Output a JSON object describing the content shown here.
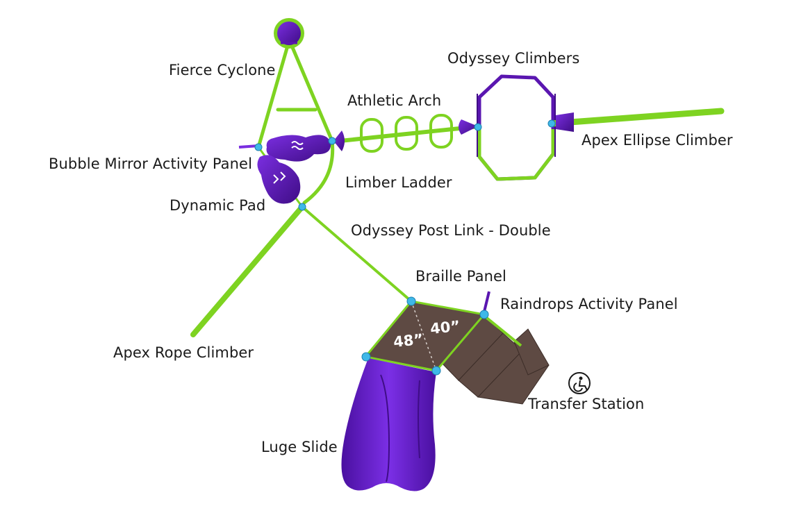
{
  "labels": {
    "fierce_cyclone": "Fierce Cyclone",
    "athletic_arch": "Athletic Arch",
    "odyssey_climbers": "Odyssey Climbers",
    "apex_ellipse_climber": "Apex Ellipse Climber",
    "bubble_mirror_panel": "Bubble Mirror Activity Panel",
    "limber_ladder": "Limber Ladder",
    "dynamic_pad": "Dynamic Pad",
    "odyssey_post_link": "Odyssey Post Link - Double",
    "braille_panel": "Braille Panel",
    "raindrops_panel": "Raindrops Activity Panel",
    "apex_rope_climber": "Apex Rope Climber",
    "transfer_station": "Transfer Station",
    "luge_slide": "Luge Slide"
  },
  "deck_heights": {
    "deck_a": "48”",
    "deck_b": "40”"
  },
  "icons": [
    "accessibility-icon",
    "wave-icon"
  ],
  "colors": {
    "frame_green": "#7ed321",
    "accent_purple": "#5a16b0",
    "deck_brown": "#5e4a43",
    "connector_blue": "#3fb8e8"
  }
}
